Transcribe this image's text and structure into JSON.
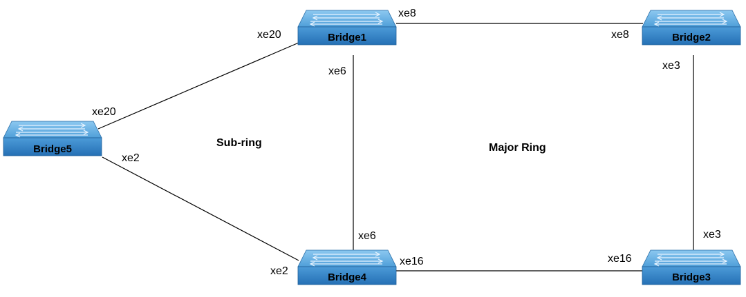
{
  "bridges": {
    "bridge1": {
      "label": "Bridge1"
    },
    "bridge2": {
      "label": "Bridge2"
    },
    "bridge3": {
      "label": "Bridge3"
    },
    "bridge4": {
      "label": "Bridge4"
    },
    "bridge5": {
      "label": "Bridge5"
    }
  },
  "ports": {
    "b1_xe8": "xe8",
    "b1_xe20": "xe20",
    "b1_xe6": "xe6",
    "b2_xe8": "xe8",
    "b2_xe3": "xe3",
    "b3_xe3": "xe3",
    "b3_xe16": "xe16",
    "b4_xe6": "xe6",
    "b4_xe16": "xe16",
    "b4_xe2": "xe2",
    "b5_xe20": "xe20",
    "b5_xe2": "xe2"
  },
  "rings": {
    "sub_ring": "Sub-ring",
    "major_ring": "Major Ring"
  },
  "colors": {
    "switch_top": "#6fb6e8",
    "switch_front": "#2f7fc4",
    "switch_side": "#1e5f9a"
  }
}
